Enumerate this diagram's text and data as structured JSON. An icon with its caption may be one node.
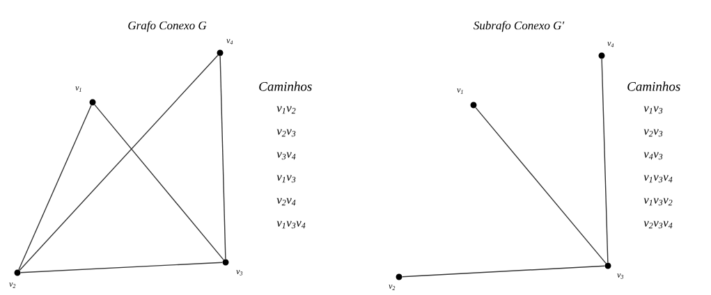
{
  "diagram": {
    "nodes": [
      {
        "text": [],
        "shape": "circle",
        "beside": [
          "v$_{1}$"
        ]
      },
      {
        "text": [],
        "shape": "circle",
        "beside": [
          "v$_{2}$"
        ]
      },
      {
        "text": [],
        "shape": "circle",
        "beside": [
          "v$_{3}$"
        ]
      },
      {
        "text": [],
        "shape": "circle",
        "beside": [
          "v$_{4}$"
        ]
      },
      {
        "text": [],
        "shape": "circle",
        "beside": [
          "v$_{4}$"
        ]
      },
      {
        "text": [],
        "shape": "circle",
        "beside": [
          "v$_{1}$"
        ]
      },
      {
        "text": [],
        "shape": "circle",
        "beside": [
          "v$_{2}$"
        ]
      },
      {
        "text": [],
        "shape": "circle",
        "beside": [
          "v$_{3}$"
        ]
      }
    ],
    "edges": [
      {
        "from": 0,
        "to": 1,
        "arrow": "none"
      },
      {
        "from": 0,
        "to": 2,
        "arrow": "none"
      },
      {
        "from": 1,
        "to": 3,
        "arrow": "none"
      },
      {
        "from": 3,
        "to": 2,
        "arrow": "none"
      },
      {
        "from": 1,
        "to": 2,
        "arrow": "none"
      },
      {
        "from": 4,
        "to": 7,
        "arrow": "none"
      },
      {
        "from": 5,
        "to": 7,
        "arrow": "none"
      },
      {
        "from": 6,
        "to": 7,
        "arrow": "none"
      }
    ],
    "labels": [
      "Grafo Conexo G",
      "Subrafo Conexo G′",
      "Caminhos",
      "v$_{1}$v$_{2}$",
      "v$_{2}$v$_{3}$",
      "v$_{3}$v$_{4}$",
      "v$_{1}$v$_{3}$",
      "v$_{2}$v$_{4}$",
      "v$_{1}$v$_{3}$v$_{4}$",
      "Caminhos",
      "v$_{1}$v$_{3}$",
      "v$_{2}$v$_{3}$",
      "v$_{4}$v$_{3}$",
      "v$_{1}$v$_{3}$v$_{4}$",
      "v$_{1}$v$_{3}$v$_{2}$",
      "v$_{2}$v$_{3}$v$_{4}$"
    ]
  }
}
